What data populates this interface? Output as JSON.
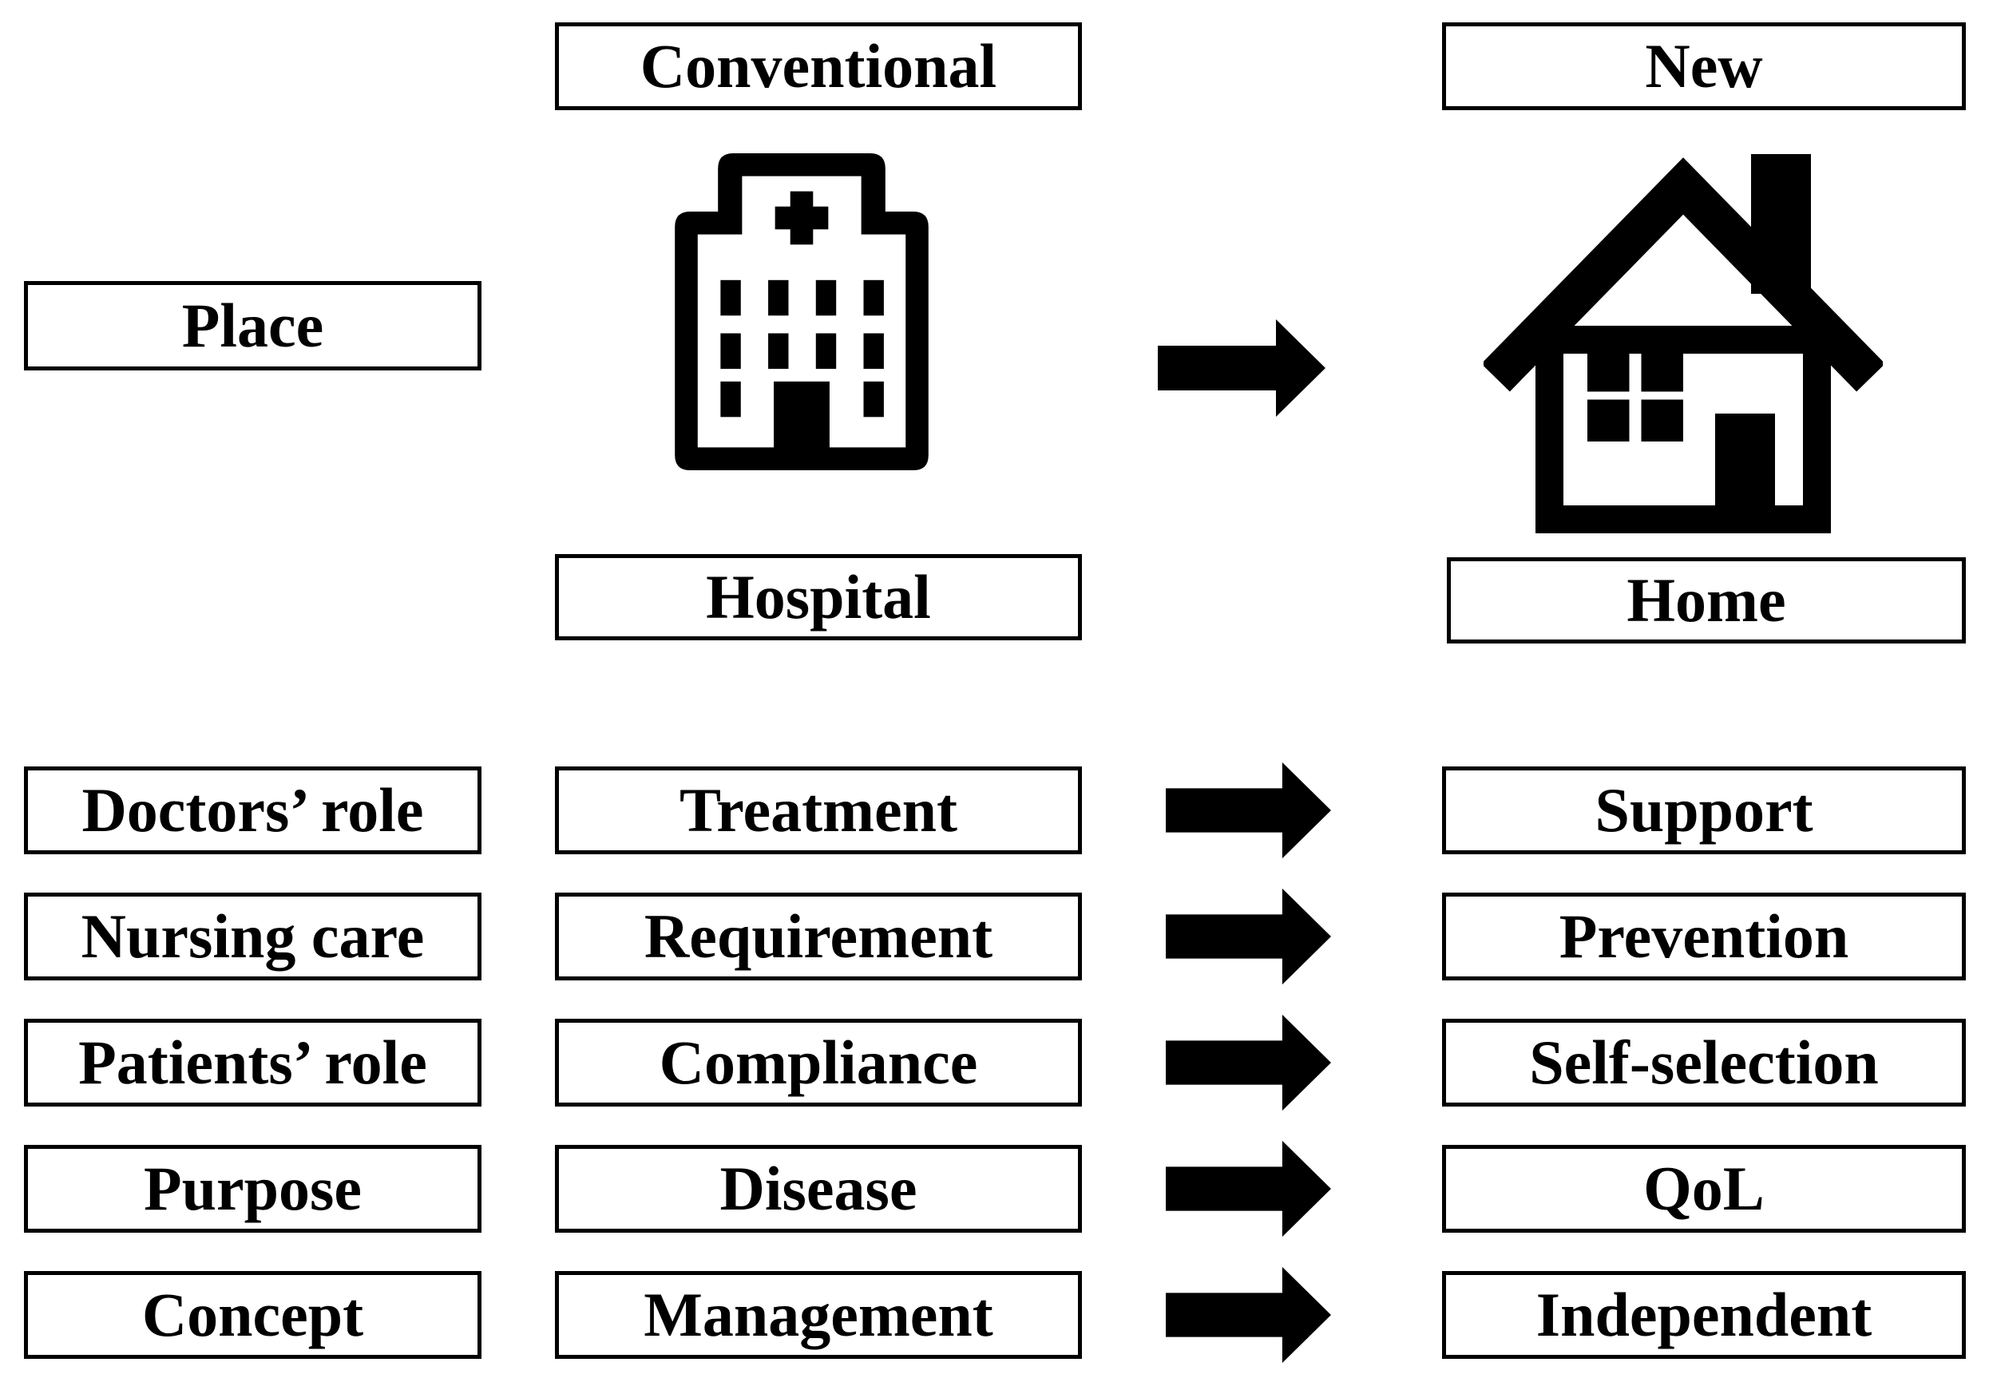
{
  "figure": {
    "background_color": "#ffffff",
    "foreground_color": "#000000",
    "description": "Comparison diagram of conventional hospital-based care versus new home-based care"
  },
  "top": {
    "conventional_label": "Conventional",
    "new_label": "New",
    "place_label": "Place",
    "hospital_label": "Hospital",
    "home_label": "Home"
  },
  "icons": {
    "hospital": "hospital-building-icon",
    "home": "house-icon",
    "arrow": "right-arrow-icon",
    "arrow_color": "#000000"
  },
  "rows": [
    {
      "category": "Doctors’ role",
      "conventional": "Treatment",
      "new": "Support"
    },
    {
      "category": "Nursing care",
      "conventional": "Requirement",
      "new": "Prevention"
    },
    {
      "category": "Patients’ role",
      "conventional": "Compliance",
      "new": "Self-selection"
    },
    {
      "category": "Purpose",
      "conventional": "Disease",
      "new": "QoL"
    },
    {
      "category": "Concept",
      "conventional": "Management",
      "new": "Independent"
    }
  ]
}
